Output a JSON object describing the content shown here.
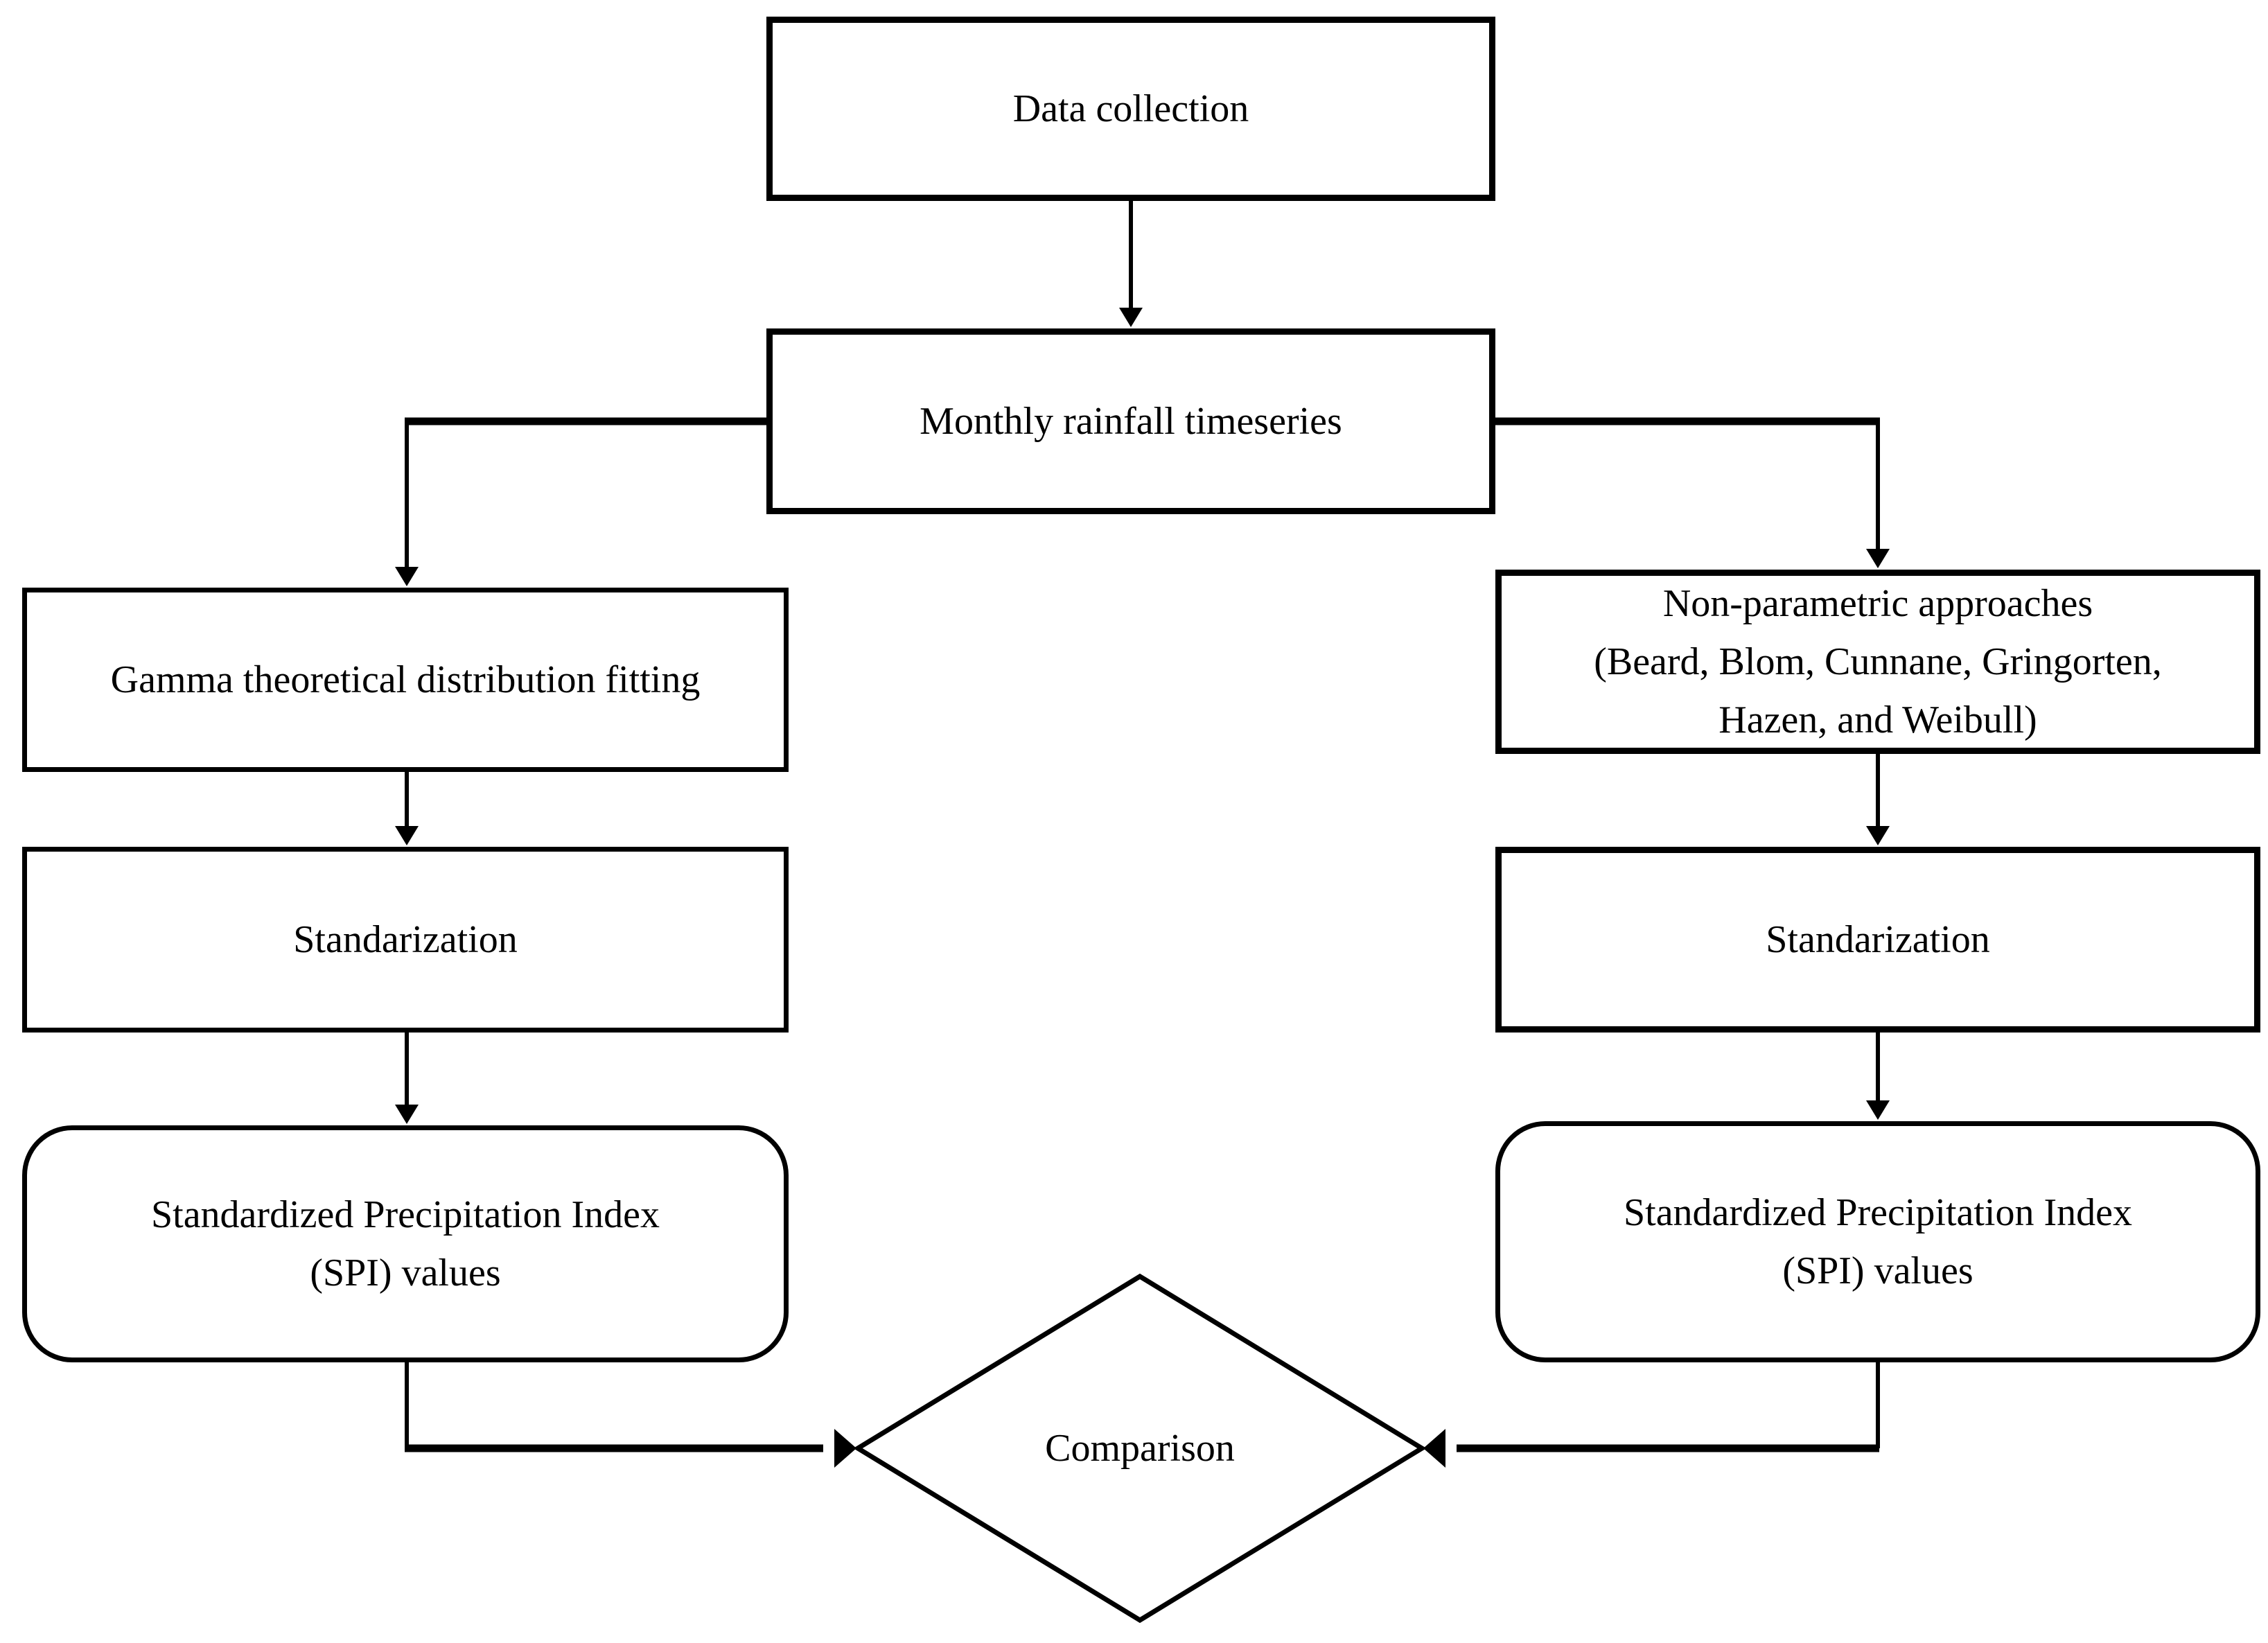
{
  "figure": {
    "background_color": "#ffffff",
    "line_color": "#000000",
    "text_color": "#000000"
  },
  "nodes": {
    "data_collection": {
      "label": "Data collection",
      "shape": "rectangle"
    },
    "monthly_rainfall": {
      "label": "Monthly rainfall timeseries",
      "shape": "rectangle"
    },
    "gamma_fitting": {
      "label": "Gamma theoretical distribution fitting",
      "shape": "rectangle"
    },
    "nonparametric": {
      "label": "Non-parametric approaches\n(Beard, Blom, Cunnane, Gringorten,\nHazen, and Weibull)",
      "shape": "rectangle"
    },
    "standarization_left": {
      "label": "Standarization",
      "shape": "rectangle"
    },
    "standarization_right": {
      "label": "Standarization",
      "shape": "rectangle"
    },
    "spi_left": {
      "label": "Standardized Precipitation Index\n(SPI) values",
      "shape": "rounded-rectangle"
    },
    "spi_right": {
      "label": "Standardized Precipitation Index\n(SPI) values",
      "shape": "rounded-rectangle"
    },
    "comparison": {
      "label": "Comparison",
      "shape": "diamond"
    }
  },
  "edges": [
    {
      "from": "data_collection",
      "to": "monthly_rainfall"
    },
    {
      "from": "monthly_rainfall",
      "to": "gamma_fitting"
    },
    {
      "from": "monthly_rainfall",
      "to": "nonparametric"
    },
    {
      "from": "gamma_fitting",
      "to": "standarization_left"
    },
    {
      "from": "nonparametric",
      "to": "standarization_right"
    },
    {
      "from": "standarization_left",
      "to": "spi_left"
    },
    {
      "from": "standarization_right",
      "to": "spi_right"
    },
    {
      "from": "spi_left",
      "to": "comparison"
    },
    {
      "from": "spi_right",
      "to": "comparison"
    }
  ]
}
